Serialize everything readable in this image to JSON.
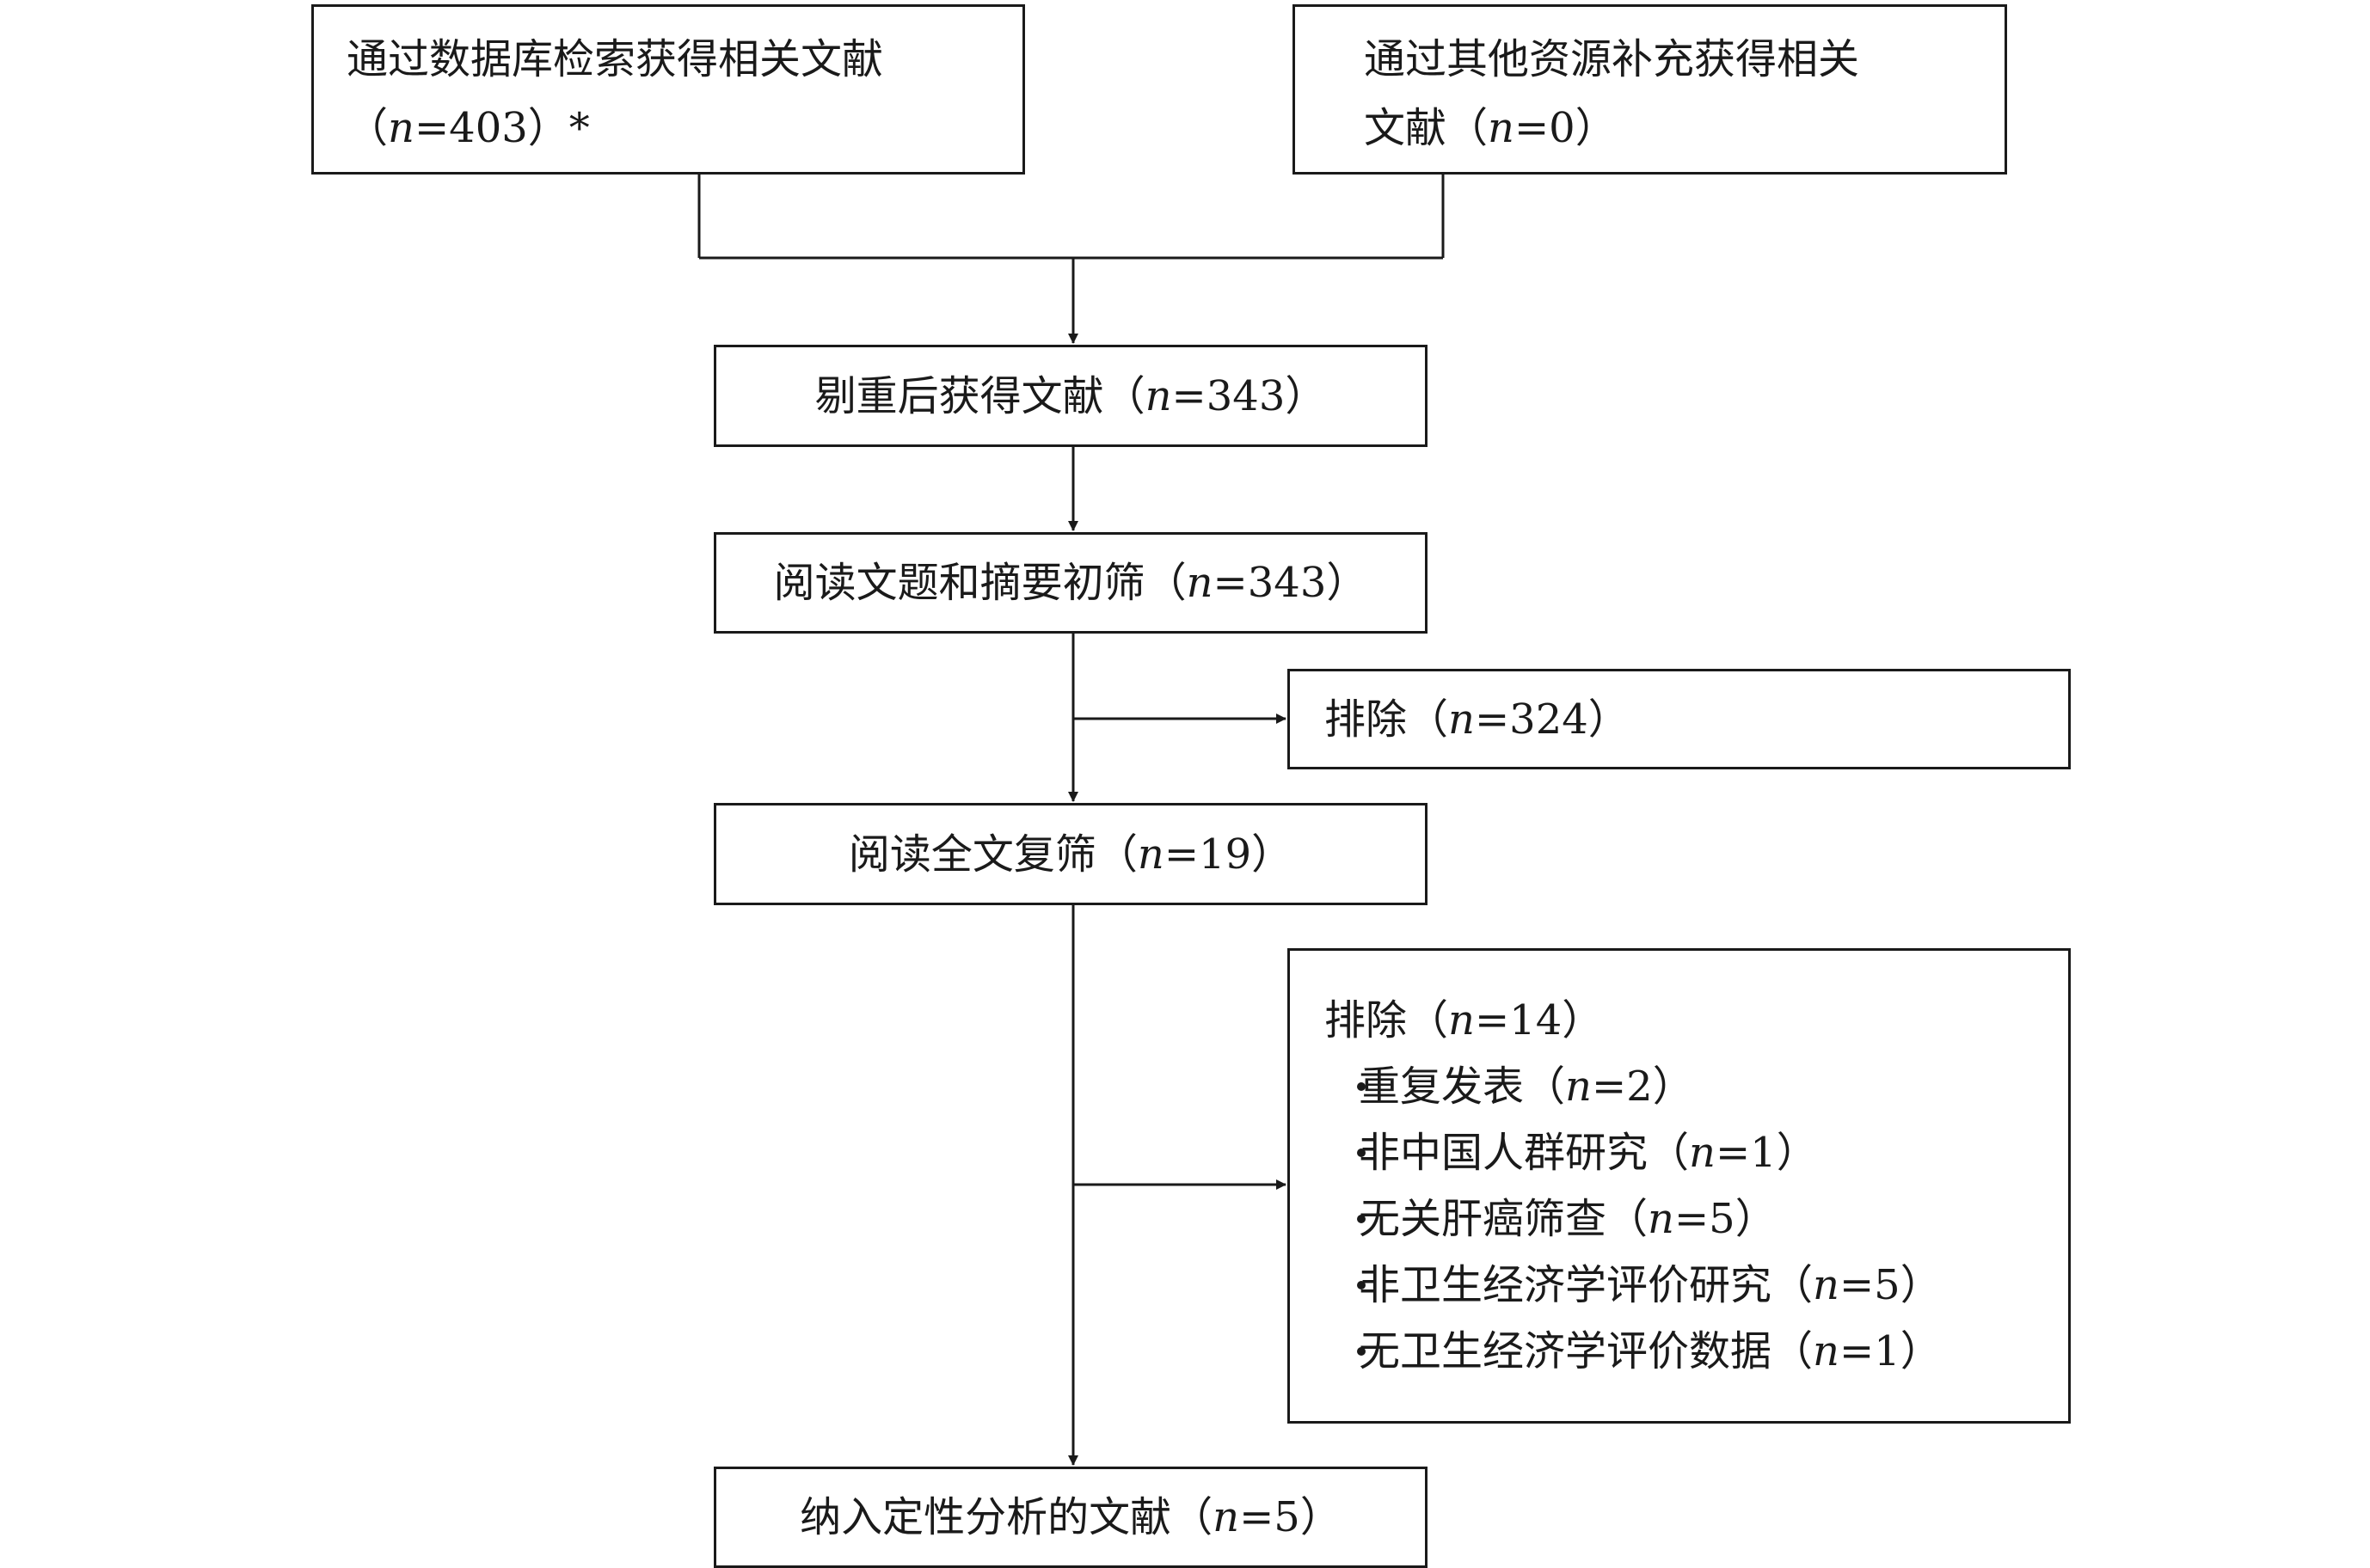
{
  "boxes": {
    "database_search": {
      "line1": "通过数据库检索获得相关文献",
      "line2_open": "（",
      "line2_n": "n",
      "line2_rest": "=403）*"
    },
    "other_sources": {
      "line1": "通过其他资源补充获得相关",
      "line2_pre": "文献（",
      "line2_n": "n",
      "line2_rest": "=0）"
    },
    "dedup": {
      "pre": "剔重后获得文献（",
      "n": "n",
      "rest": "=343）"
    },
    "title_abstract": {
      "pre": "阅读文题和摘要初筛（",
      "n": "n",
      "rest": "=343）"
    },
    "exclude_1": {
      "pre": "排除（",
      "n": "n",
      "rest": "=324）"
    },
    "full_text": {
      "pre": "阅读全文复筛（",
      "n": "n",
      "rest": "=19）"
    },
    "exclude_2": {
      "header_pre": "排除（",
      "header_n": "n",
      "header_rest": "=14）",
      "reasons": [
        {
          "pre": "重复发表（",
          "n": "n",
          "rest": "=2）"
        },
        {
          "pre": "非中国人群研究（",
          "n": "n",
          "rest": "=1）"
        },
        {
          "pre": "无关肝癌筛查（",
          "n": "n",
          "rest": "=5）"
        },
        {
          "pre": "非卫生经济学评价研究（",
          "n": "n",
          "rest": "=5）"
        },
        {
          "pre": "无卫生经济学评价数据（",
          "n": "n",
          "rest": "=1）"
        }
      ]
    },
    "included": {
      "pre": "纳入定性分析的文献（",
      "n": "n",
      "rest": "=5）"
    }
  }
}
